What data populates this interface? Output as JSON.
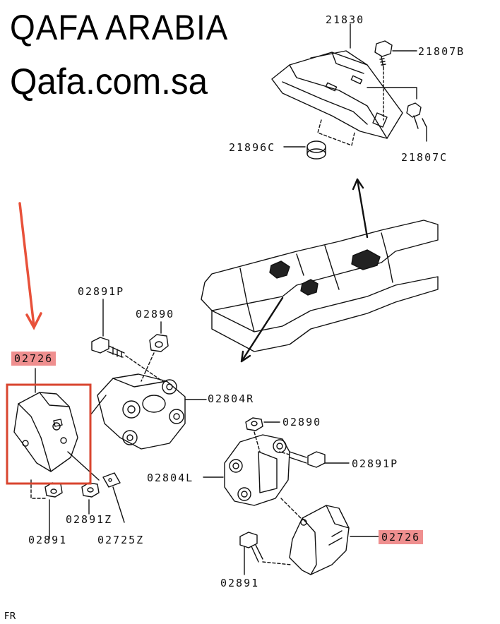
{
  "watermark": {
    "line1": "QAFA ARABIA",
    "line2": "Qafa.com.sa"
  },
  "colors": {
    "highlight": "#ef8f8f",
    "arrow": "#e8513a",
    "frame": "#d9452f"
  },
  "labels": {
    "l21830": "21830",
    "l21807b": "21807B",
    "l21896c": "21896C",
    "l21807c": "21807C",
    "l02891p_top": "02891P",
    "l02890_top": "02890",
    "l02726_left": "02726",
    "l02804r": "02804R",
    "l02890_mid": "02890",
    "l02891p_right": "02891P",
    "l02804l": "02804L",
    "l02726_right": "02726",
    "l02891_left": "02891",
    "l02891z": "02891Z",
    "l02725z": "02725Z",
    "l02891_bottom": "02891"
  },
  "footer": {
    "fr": "FR"
  }
}
